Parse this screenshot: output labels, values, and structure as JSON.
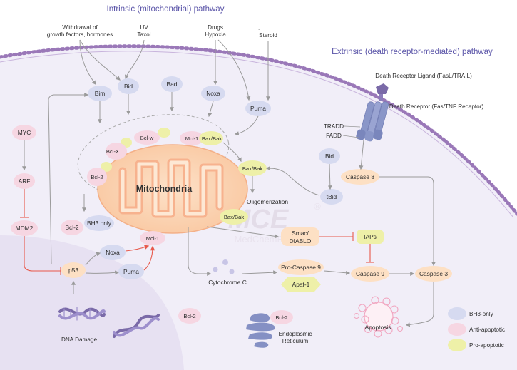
{
  "titles": {
    "intrinsic": "Intrinsic (mitochondrial) pathway",
    "extrinsic": "Extrinsic (death receptor-mediated) pathway"
  },
  "stimuli": {
    "withdrawal_line1": "Withdrawal of",
    "withdrawal_line2": "growth factors, hormones",
    "uv": "UV",
    "taxol": "Taxol",
    "drugs": "Drugs",
    "hypoxia": "Hypoxia",
    "steroid_mark": ",",
    "steroid": "Steroid",
    "dna_damage": "DNA Damage"
  },
  "bh3_only": {
    "bim": "Bim",
    "bid_top": "Bid",
    "bad": "Bad",
    "noxa_top": "Noxa",
    "puma_top": "Puma",
    "bid_ext": "Bid",
    "tbid": "tBid",
    "noxa_p53": "Noxa",
    "puma_p53": "Puma",
    "bh3_only": "BH3 only"
  },
  "anti_apoptotic": {
    "bclw": "Bcl-w",
    "bclxl_main": "Bcl-X",
    "bclxl_sub": "L",
    "bcl2_mito": "Bcl-2",
    "mcl1_top": "Mcl-1",
    "bcl2_bh3": "Bcl-2",
    "mcl1_mid": "Mcl-1",
    "bcl2_er_left": "Bcl-2",
    "bcl2_er": "Bcl-2"
  },
  "pro_apoptotic": {
    "baxbak_top": "Bax/Bak",
    "baxbak_mid": "Bax/Bak",
    "baxbak_olig": "Bax/Bak"
  },
  "p53_pathway": {
    "myc": "MYC",
    "arf": "ARF",
    "mdm2": "MDM2",
    "p53": "p53"
  },
  "extrinsic": {
    "ligand": "Death Receptor Ligand (FasL/TRAIL)",
    "receptor": "Death Receptor (Fas/TNF Receptor)",
    "tradd": "TRADD",
    "fadd": "FADD",
    "caspase8": "Caspase 8"
  },
  "mito": {
    "label": "Mitochondria",
    "oligomerization": "Oligomerization",
    "cytochrome_c": "Cytochrome C",
    "smac_line1": "Smac/",
    "smac_line2": "DIABLO",
    "iaps": "IAPs",
    "procaspase9": "Pro-Caspase 9",
    "apaf1": "Apaf-1",
    "caspase9": "Caspase 9",
    "caspase3": "Caspase 3",
    "apoptosis": "Apoptosis",
    "er_line1": "Endoplasmic",
    "er_line2": "Reticulum"
  },
  "watermark": {
    "logo": "MCE",
    "reg": "®",
    "sub": "MedChemExpress"
  },
  "legend": {
    "bh3": "BH3-only",
    "anti": "Anti-apoptotic",
    "pro": "Pro-apoptotic"
  },
  "colors": {
    "bh3_fill": "#d6daf0",
    "anti_fill": "#f6d6e2",
    "pro_fill": "#eef0a8",
    "caspase_fill": "#fde0c4",
    "title": "#5a54a8",
    "inhibit": "#e8584a"
  }
}
